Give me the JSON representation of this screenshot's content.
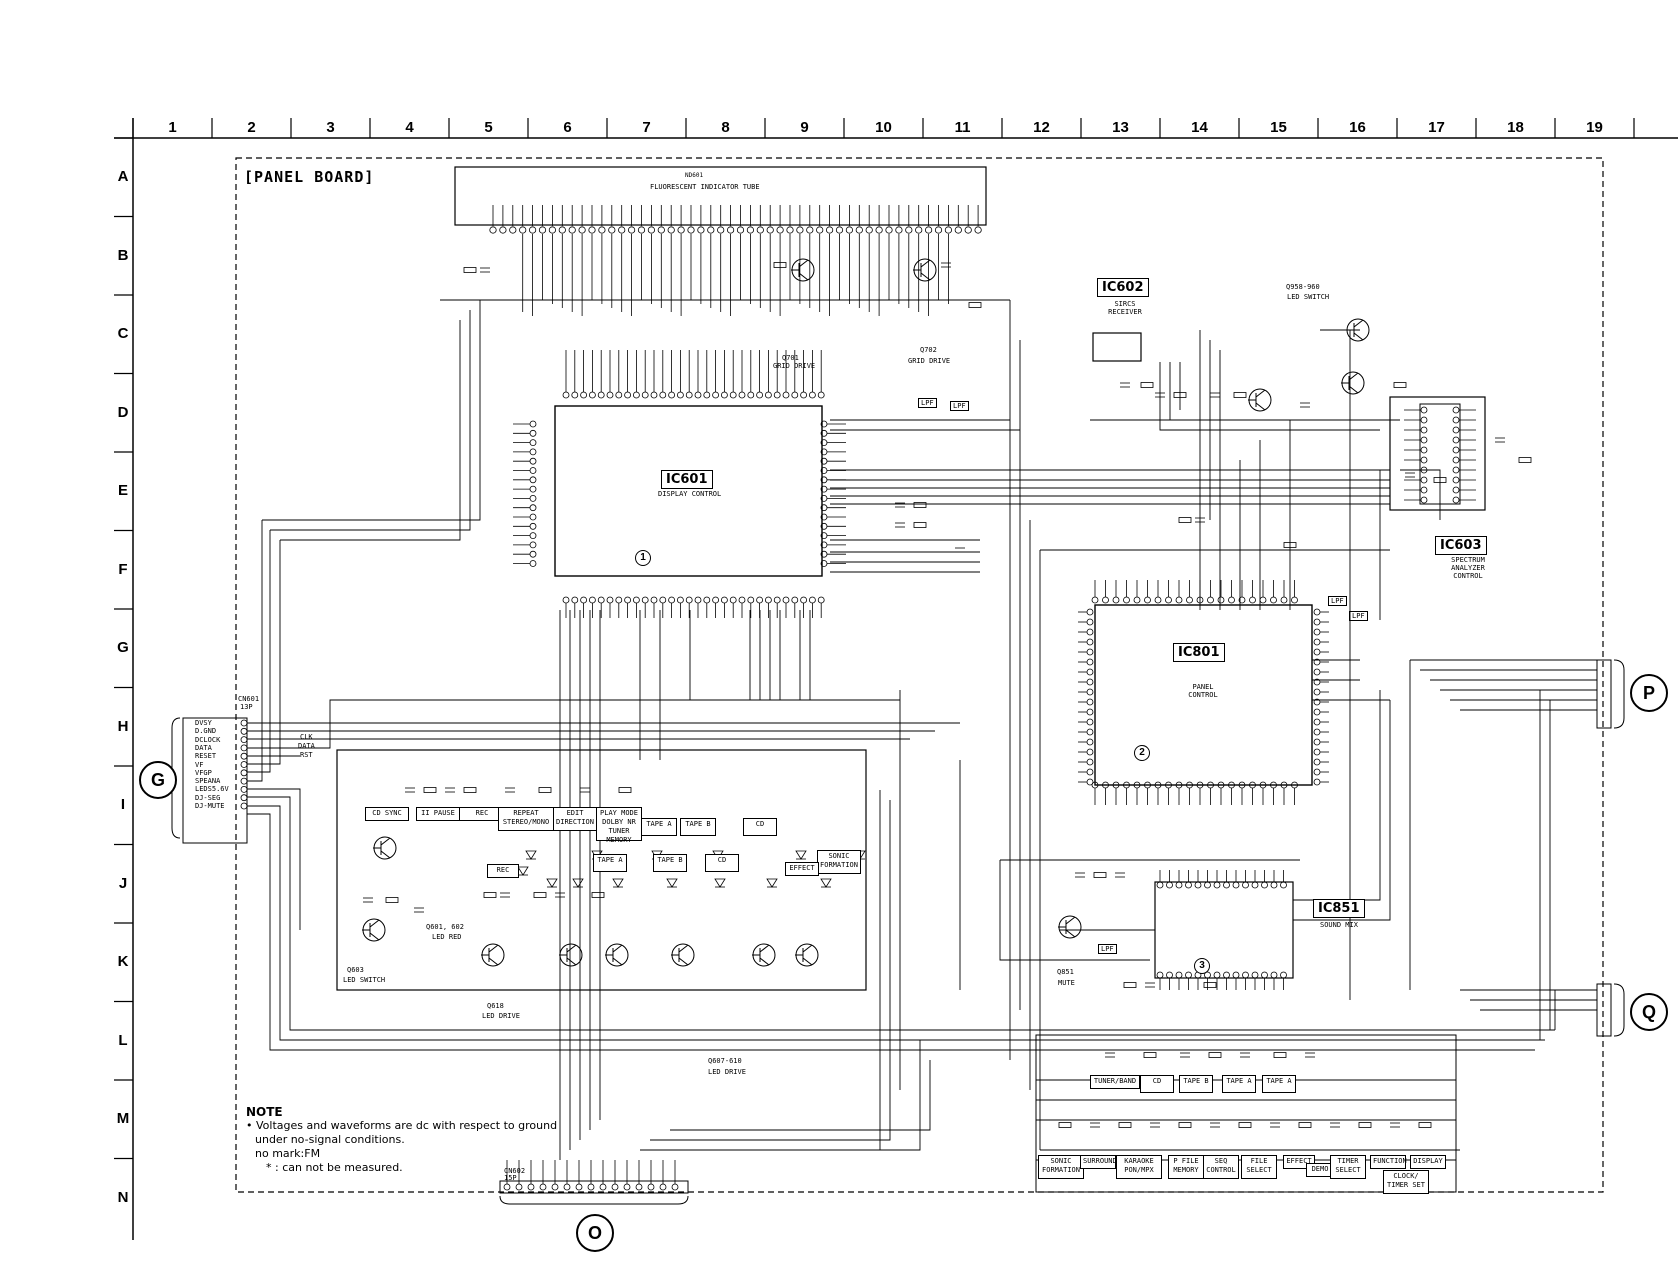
{
  "board_title": "[PANEL BOARD]",
  "columns": [
    "1",
    "2",
    "3",
    "4",
    "5",
    "6",
    "7",
    "8",
    "9",
    "10",
    "11",
    "12",
    "13",
    "14",
    "15",
    "16",
    "17",
    "18",
    "19"
  ],
  "rows": [
    "A",
    "B",
    "C",
    "D",
    "E",
    "F",
    "G",
    "H",
    "I",
    "J",
    "K",
    "L",
    "M",
    "N"
  ],
  "fl_tube": {
    "ref": "ND601",
    "name": "FLUORESCENT INDICATOR TUBE"
  },
  "q701": {
    "ref": "Q701",
    "desc": "GRID DRIVE"
  },
  "q702": {
    "ref": "Q702",
    "desc": "GRID DRIVE"
  },
  "ic601": {
    "label": "IC601",
    "desc": "DISPLAY CONTROL"
  },
  "ic602": {
    "label": "IC602",
    "desc": "SIRCS RECEIVER"
  },
  "ic603": {
    "label": "IC603",
    "desc": "SPECTRUM ANALYZER CONTROL"
  },
  "ic801": {
    "label": "IC801",
    "desc": "PANEL CONTROL"
  },
  "ic851": {
    "label": "IC851",
    "desc": "SOUND MIX"
  },
  "q958": {
    "ref": "Q958-960",
    "desc": "LED SWITCH"
  },
  "q601": {
    "ref": "Q601, 602",
    "desc": "LED RED"
  },
  "q603": {
    "ref": "Q603",
    "desc": "LED SWITCH"
  },
  "q618": {
    "ref": "Q618",
    "desc": "LED DRIVE"
  },
  "q607": {
    "ref": "Q607-610",
    "desc": "LED DRIVE"
  },
  "q851": {
    "ref": "Q851",
    "desc": "MUTE"
  },
  "connectors": [
    "G",
    "P",
    "Q",
    "O"
  ],
  "g_pins": [
    "DVSY",
    "D.GND",
    "DCLOCK",
    "DATA",
    "RESET",
    "VF",
    "VFGP",
    "SPEANA",
    "LEDS5.6V",
    "DJ-SEG",
    "DJ-MUTE"
  ],
  "cn601": {
    "ref": "CN601",
    "pins": "13P"
  },
  "cn602": {
    "ref": "CN602",
    "pins": "15P"
  },
  "buttons_top": [
    "CD SYNC",
    "II PAUSE",
    "REC",
    "REPEAT\nSTEREO/MONO",
    "EDIT\nDIRECTION",
    "PLAY MODE\nDOLBY NR\nTUNER\nMEMORY",
    "TAPE A",
    "TAPE B",
    "CD",
    "SONIC\nFORMATION"
  ],
  "buttons_mid": [
    "REC",
    "TAPE A",
    "TAPE B",
    "CD",
    "EFFECT"
  ],
  "buttons_lower": [
    "TUNER/BAND",
    "CD",
    "TAPE B",
    "TAPE A",
    "TAPE A"
  ],
  "buttons_bottom": [
    "SONIC\nFORMATION",
    "SURROUND",
    "KARAOKE\nPON/MPX",
    "P FILE\nMEMORY",
    "SEQ\nCONTROL",
    "FILE\nSELECT",
    "EFFECT",
    "DEMO",
    "TIMER\nSELECT",
    "FUNCTION",
    "DISPLAY",
    "CLOCK/\nTIMER SET"
  ],
  "note": {
    "heading": "NOTE",
    "lines": [
      "• Voltages and waveforms are dc with respect to ground",
      "under no-signal conditions.",
      "no mark:FM",
      "*   : can not be measured."
    ]
  },
  "wave_markers": [
    "1",
    "2",
    "3"
  ],
  "signal_labels": {
    "clk": "CLK",
    "data": "DATA",
    "rst": "RST",
    "lpf": "LPF"
  }
}
